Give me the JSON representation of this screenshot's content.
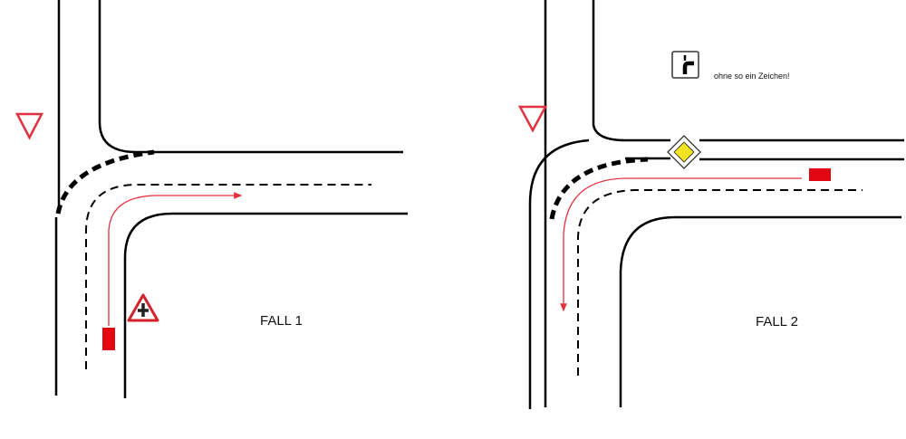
{
  "case1": {
    "label": "FALL 1"
  },
  "case2": {
    "label": "FALL 2",
    "sign_note": "ohne so ein Zeichen!"
  },
  "colors": {
    "vehicle": "#e30613",
    "path": "#e3313f",
    "road": "#000000",
    "priority_fill": "#f2e224"
  }
}
